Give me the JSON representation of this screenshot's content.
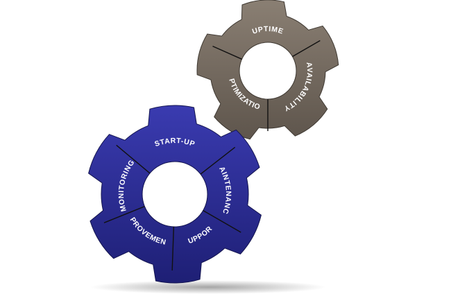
{
  "colors": {
    "blue_gear_dark": "#1e1f75",
    "blue_gear_light": "#3a3bb0",
    "brown_gear_dark": "#5e554c",
    "brown_gear_light": "#8a7f73",
    "divider": "#111111",
    "label": "#ffffff"
  },
  "gears": {
    "brown": {
      "labels": [
        "UPTIME",
        "AVAILABILITY",
        "OPTIMIZATION"
      ]
    },
    "blue": {
      "labels": [
        "START-UP",
        "MAINTENANCE",
        "SUPPORT",
        "IMPROVEMENTS",
        "MONITORING"
      ]
    }
  }
}
